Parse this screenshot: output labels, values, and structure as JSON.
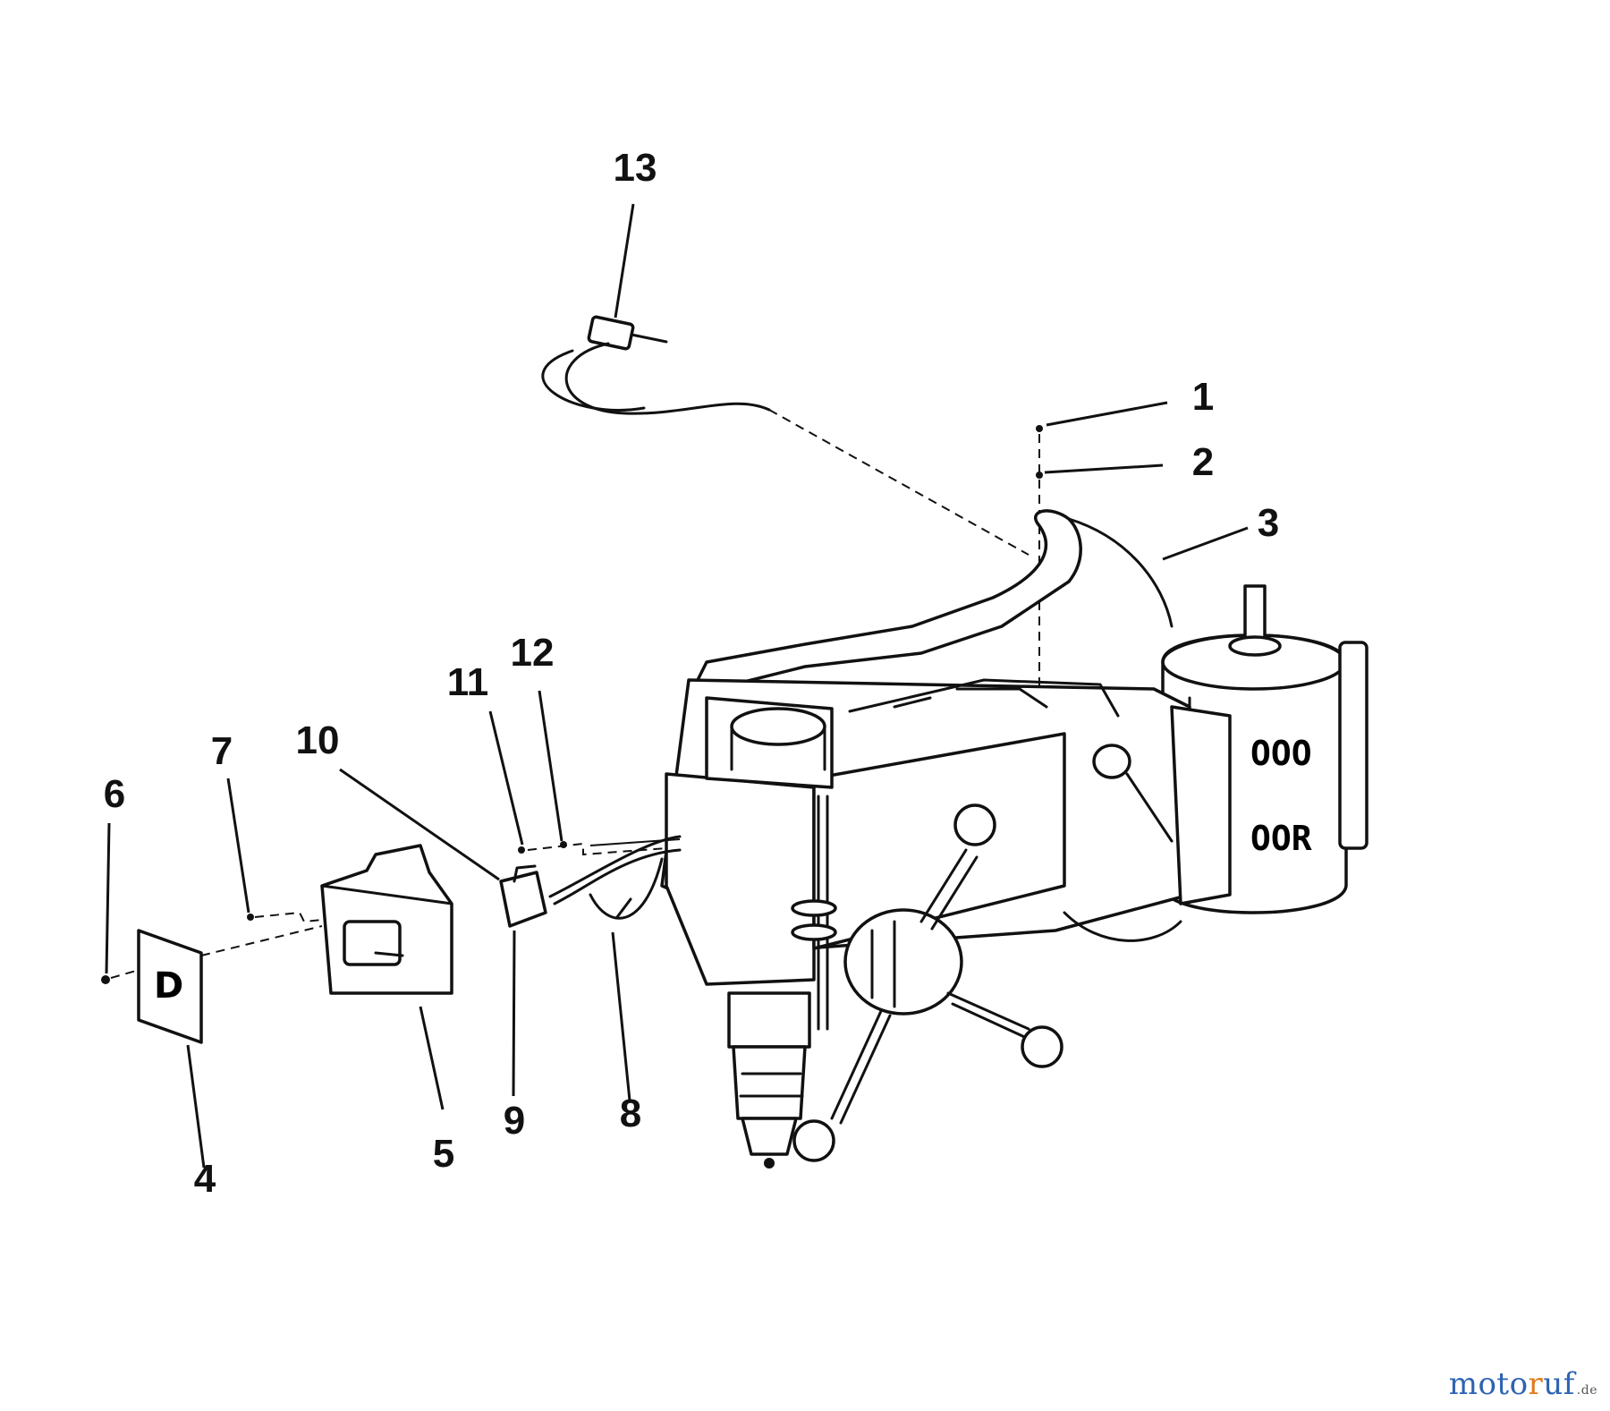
{
  "diagram": {
    "callouts": [
      {
        "label": "1"
      },
      {
        "label": "2"
      },
      {
        "label": "3"
      },
      {
        "label": "4"
      },
      {
        "label": "5"
      },
      {
        "label": "6"
      },
      {
        "label": "7"
      },
      {
        "label": "8"
      },
      {
        "label": "9"
      },
      {
        "label": "10"
      },
      {
        "label": "11"
      },
      {
        "label": "12"
      },
      {
        "label": "13"
      }
    ]
  },
  "watermark": {
    "part1": "moto",
    "part2": "r",
    "part3": "uf",
    "part4": ".de"
  }
}
